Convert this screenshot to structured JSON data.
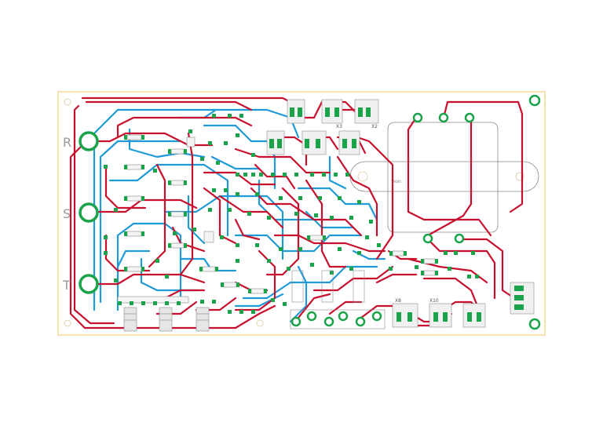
{
  "colors": {
    "board_outline": "#f2d27a",
    "top_trace": "#c8102e",
    "bottom_trace": "#1f9ad6",
    "pad": "#1aa34a",
    "silkscreen": "#8a8a8a",
    "background": "#ffffff"
  },
  "phase_labels": {
    "r": "R",
    "s": "S",
    "t": "T"
  },
  "connectors": {
    "x2": "X2",
    "x3": "X3",
    "x8": "X8",
    "x10": "X10"
  }
}
